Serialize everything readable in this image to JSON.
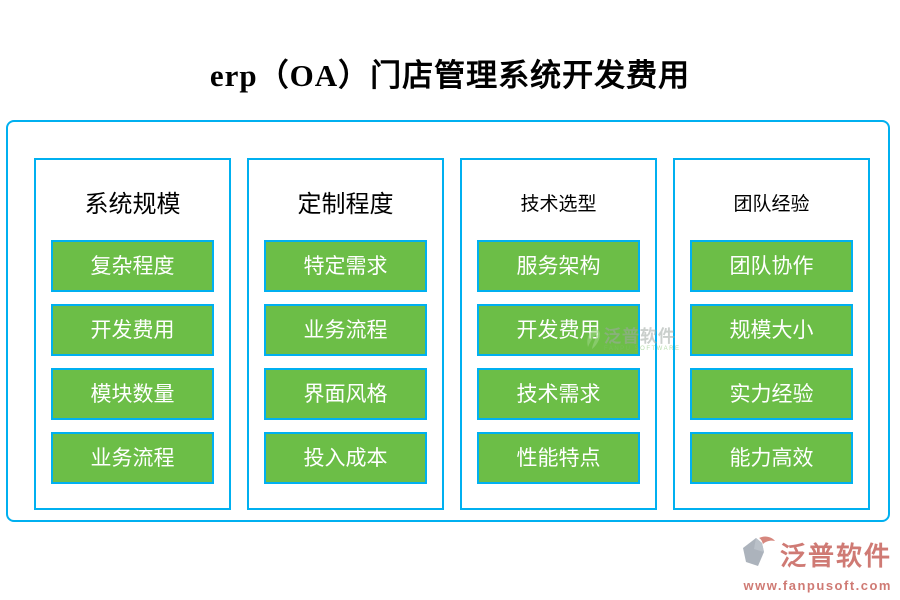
{
  "title": "erp（OA）门店管理系统开发费用",
  "colors": {
    "border_cyan": "#00b0f0",
    "button_green": "#6cbe47",
    "button_text": "#ffffff",
    "title_text": "#000000",
    "watermark_red": "#c45a52"
  },
  "columns": [
    {
      "header": "系统规模",
      "items": [
        "复杂程度",
        "开发费用",
        "模块数量",
        "业务流程"
      ]
    },
    {
      "header": "定制程度",
      "items": [
        "特定需求",
        "业务流程",
        "界面风格",
        "投入成本"
      ]
    },
    {
      "header": "技术选型",
      "items": [
        "服务架构",
        "开发费用",
        "技术需求",
        "性能特点"
      ]
    },
    {
      "header": "团队经验",
      "items": [
        "团队协作",
        "规模大小",
        "实力经验",
        "能力高效"
      ]
    }
  ],
  "watermark_center": {
    "brand": "泛普软件",
    "subtext": "FANPU SOFTWARE"
  },
  "watermark_footer": {
    "brand": "泛普软件",
    "url": "www.fanpusoft.com"
  }
}
